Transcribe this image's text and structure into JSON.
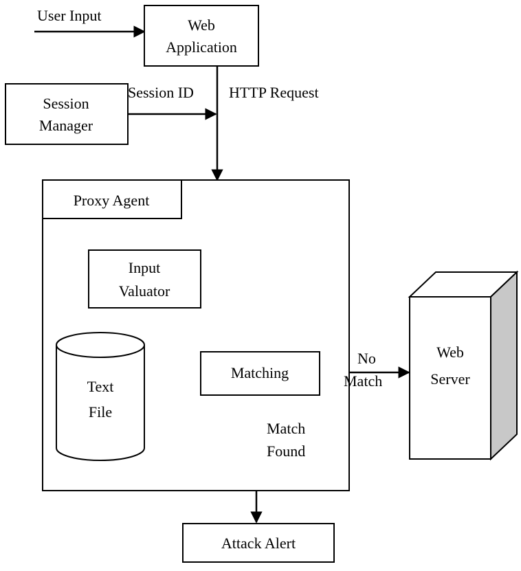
{
  "nodes": {
    "user_input": "User Input",
    "web_application": [
      "Web",
      "Application"
    ],
    "session_manager": [
      "Session",
      "Manager"
    ],
    "proxy_agent": "Proxy Agent",
    "input_valuator": [
      "Input",
      "Valuator"
    ],
    "text_file": [
      "Text",
      "File"
    ],
    "matching": "Matching",
    "web_server": [
      "Web",
      "Server"
    ],
    "attack_alert": "Attack Alert"
  },
  "edge_labels": {
    "session_id": "Session ID",
    "http_request": "HTTP Request",
    "no_match": [
      "No",
      "Match"
    ],
    "match_found": [
      "Match",
      "Found"
    ]
  }
}
